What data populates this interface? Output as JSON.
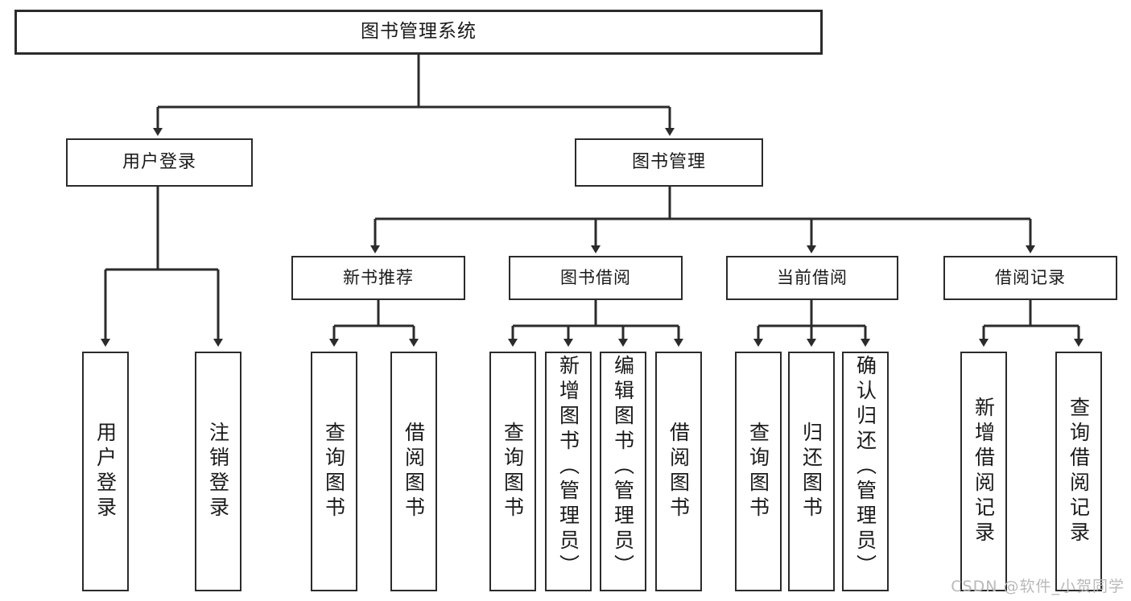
{
  "diagram": {
    "type": "tree",
    "title": "图书管理系统",
    "watermark": "CSDN @软件_小贺同学",
    "colors": {
      "background": "#ffffff",
      "stroke": "#2b2b2b",
      "text": "#1a1a1a",
      "watermark": "#b9b9b9"
    },
    "root": {
      "label": "图书管理系统"
    },
    "level2": [
      {
        "label": "用户登录"
      },
      {
        "label": "图书管理"
      }
    ],
    "level3": [
      {
        "label": "新书推荐"
      },
      {
        "label": "图书借阅"
      },
      {
        "label": "当前借阅"
      },
      {
        "label": "借阅记录"
      }
    ],
    "leaves": {
      "user_login": [
        {
          "label": "用户登录"
        },
        {
          "label": "注销登录"
        }
      ],
      "new_book": [
        {
          "label": "查询图书"
        },
        {
          "label": "借阅图书"
        }
      ],
      "borrow_book": [
        {
          "label": "查询图书"
        },
        {
          "label": "新增图书（管理员）"
        },
        {
          "label": "编辑图书（管理员）"
        },
        {
          "label": "借阅图书"
        }
      ],
      "current_borrow": [
        {
          "label": "查询图书"
        },
        {
          "label": "归还图书"
        },
        {
          "label": "确认归还（管理员）"
        }
      ],
      "borrow_record": [
        {
          "label": "新增借阅记录"
        },
        {
          "label": "查询借阅记录"
        }
      ]
    }
  }
}
